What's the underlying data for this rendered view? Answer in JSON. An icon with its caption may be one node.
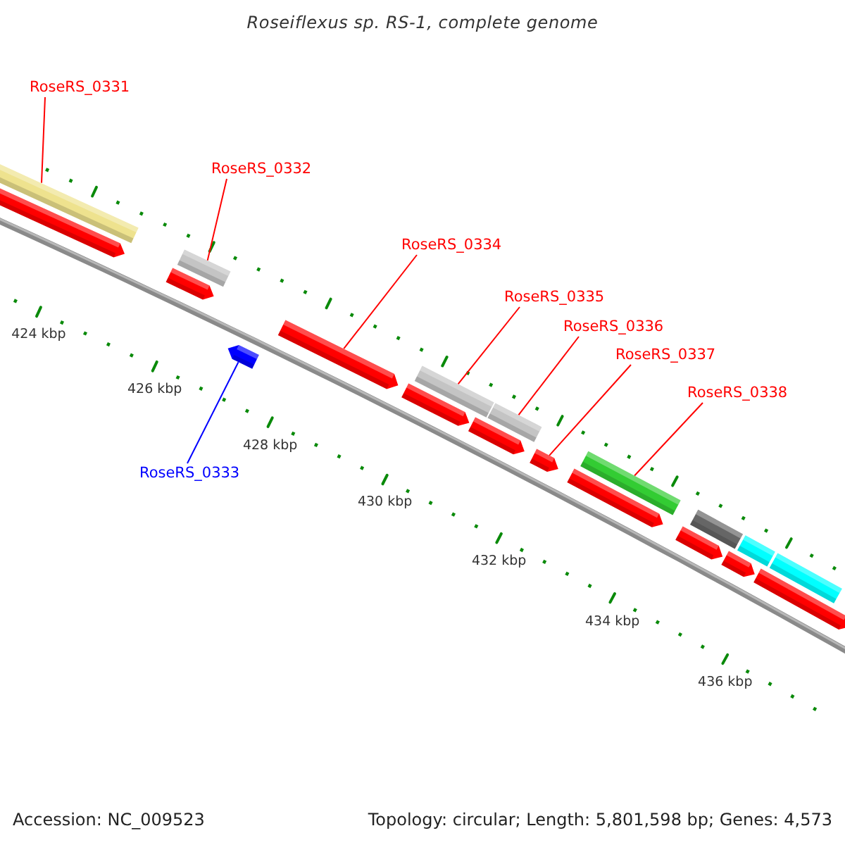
{
  "diagram": {
    "title": "Roseiflexus sp. RS-1, complete genome",
    "nodes": [
      {
        "text": [
          "RoseRS_0331"
        ]
      },
      {
        "text": [
          "RoseRS_0332"
        ]
      },
      {
        "text": [
          "RoseRS_0334"
        ]
      },
      {
        "text": [
          "RoseRS_0335"
        ]
      },
      {
        "text": [
          "RoseRS_0336"
        ]
      },
      {
        "text": [
          "RoseRS_0337"
        ]
      },
      {
        "text": [
          "RoseRS_0338"
        ]
      },
      {
        "text": [
          "RoseRS_0333"
        ]
      },
      {
        "text": [],
        "shape": "bar"
      },
      {
        "text": [],
        "shape": "bar"
      },
      {
        "text": [],
        "shape": "bar"
      },
      {
        "text": [],
        "shape": "bar"
      },
      {
        "text": [],
        "shape": "bar"
      },
      {
        "text": [],
        "shape": "bar"
      },
      {
        "text": [],
        "shape": "bar"
      },
      {
        "text": [],
        "shape": "bar"
      },
      {
        "text": [],
        "shape": "pentagon"
      },
      {
        "text": [],
        "shape": "pentagon"
      },
      {
        "text": [],
        "shape": "pentagon"
      },
      {
        "text": [],
        "shape": "pentagon"
      },
      {
        "text": [],
        "shape": "pentagon"
      },
      {
        "text": [],
        "shape": "pentagon"
      },
      {
        "text": [],
        "shape": "pentagon"
      },
      {
        "text": [],
        "shape": "pentagon"
      },
      {
        "text": [],
        "shape": "pentagon"
      },
      {
        "text": [],
        "shape": "pentagon"
      },
      {
        "text": [],
        "shape": "pentagon"
      }
    ],
    "edges": [
      {
        "from": 0,
        "to": 8,
        "arrow": "none"
      },
      {
        "from": 1,
        "to": 9,
        "arrow": "none"
      },
      {
        "from": 2,
        "to": 18,
        "arrow": "none"
      },
      {
        "from": 3,
        "to": 10,
        "arrow": "none"
      },
      {
        "from": 4,
        "to": 11,
        "arrow": "none"
      },
      {
        "from": 5,
        "to": 21,
        "arrow": "none"
      },
      {
        "from": 6,
        "to": 12,
        "arrow": "none"
      },
      {
        "from": 7,
        "to": 26,
        "arrow": "none",
        "color": "#0000ff"
      }
    ],
    "labels": [
      "424 kbp",
      "426 kbp",
      "428 kbp",
      "430 kbp",
      "432 kbp",
      "434 kbp",
      "436 kbp",
      "Accession: NC_009523",
      "Topology: circular; Length: 5,801,598 bp; Genes: 4,573"
    ]
  }
}
